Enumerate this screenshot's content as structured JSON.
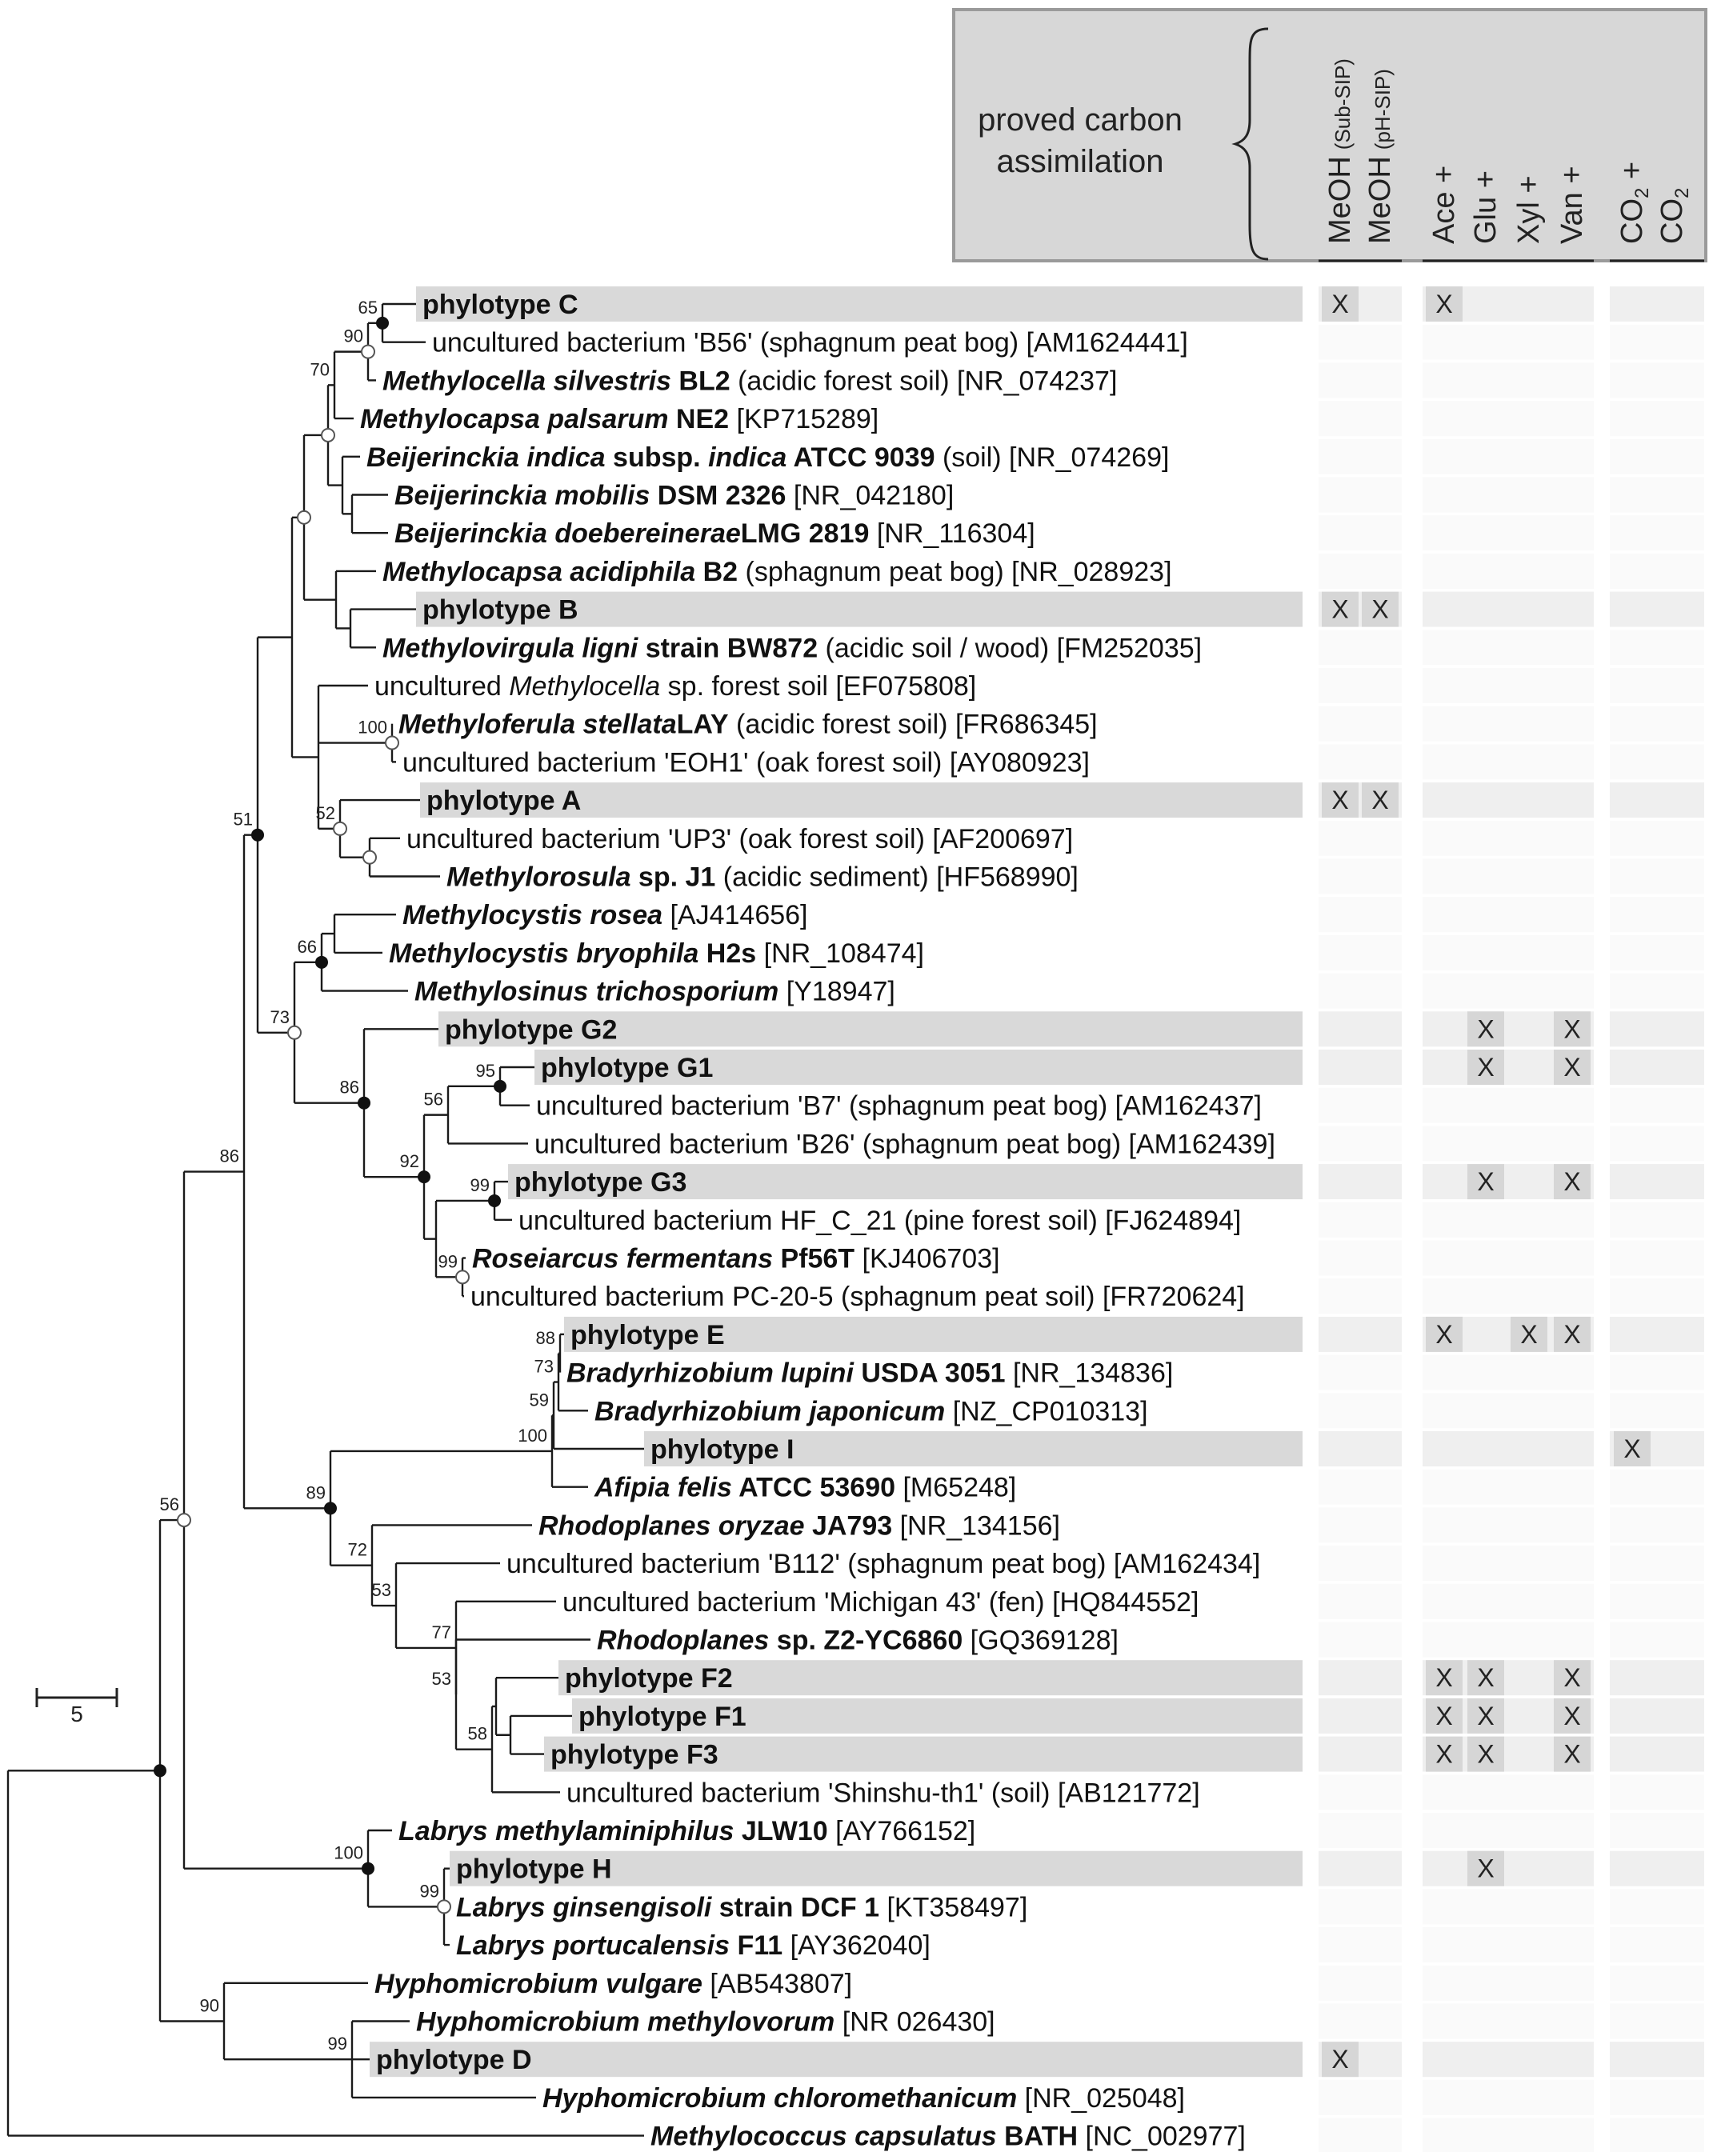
{
  "header": {
    "title_lines": [
      "proved carbon",
      "assimilation"
    ],
    "columns": [
      {
        "main": "MeOH",
        "sub": "(Sub-SIP)"
      },
      {
        "main": "MeOH",
        "sub": "(pH-SIP)"
      },
      {
        "main": "Ace +",
        "sub": ""
      },
      {
        "main": "Glu +",
        "sub": ""
      },
      {
        "main": "Xyl +",
        "sub": ""
      },
      {
        "main": "Van +",
        "sub": ""
      },
      {
        "main": "CO2 +",
        "sub": ""
      },
      {
        "main": "CO2",
        "sub": ""
      }
    ]
  },
  "scale_bar": {
    "label": "5"
  },
  "mark_symbol": "X",
  "taxa": [
    {
      "id": "phyC",
      "highlight": true,
      "segments": [
        {
          "t": "phylotype  C",
          "b": 1
        }
      ],
      "marks": [
        0,
        2
      ]
    },
    {
      "id": "B56",
      "segments": [
        {
          "t": "uncultured bacterium 'B56' (sphagnum peat bog) [AM1624441]"
        }
      ]
    },
    {
      "id": "Msil",
      "segments": [
        {
          "t": "Methylocella silvestris",
          "b": 1,
          "i": 1
        },
        {
          "t": " BL2",
          "b": 1
        },
        {
          "t": " (acidic forest soil) [NR_074237]"
        }
      ]
    },
    {
      "id": "Mpal",
      "segments": [
        {
          "t": "Methylocapsa palsarum",
          "b": 1,
          "i": 1
        },
        {
          "t": " NE2",
          "b": 1
        },
        {
          "t": " [KP715289]"
        }
      ]
    },
    {
      "id": "Bind",
      "segments": [
        {
          "t": "Beijerinckia indica",
          "b": 1,
          "i": 1
        },
        {
          "t": " subsp. ",
          "b": 1
        },
        {
          "t": "indica",
          "b": 1,
          "i": 1
        },
        {
          "t": " ATCC 9039",
          "b": 1
        },
        {
          "t": " (soil) [NR_074269]"
        }
      ]
    },
    {
      "id": "Bmob",
      "segments": [
        {
          "t": "Beijerinckia mobilis",
          "b": 1,
          "i": 1
        },
        {
          "t": " DSM 2326",
          "b": 1
        },
        {
          "t": " [NR_042180]"
        }
      ]
    },
    {
      "id": "Bdoe",
      "segments": [
        {
          "t": "Beijerinckia doebereinerae",
          "b": 1,
          "i": 1
        },
        {
          "t": "LMG 2819",
          "b": 1
        },
        {
          "t": " [NR_116304]"
        }
      ]
    },
    {
      "id": "Macid",
      "segments": [
        {
          "t": "Methylocapsa acidiphila",
          "b": 1,
          "i": 1
        },
        {
          "t": " B2",
          "b": 1
        },
        {
          "t": " (sphagnum peat bog) [NR_028923]"
        }
      ]
    },
    {
      "id": "phyB",
      "highlight": true,
      "segments": [
        {
          "t": "phylotype  B",
          "b": 1
        }
      ],
      "marks": [
        0,
        1
      ]
    },
    {
      "id": "Mlig",
      "segments": [
        {
          "t": "Methylovirgula ligni",
          "b": 1,
          "i": 1
        },
        {
          "t": " strain BW872",
          "b": 1
        },
        {
          "t": " (acidic soil / wood) [FM252035]"
        }
      ]
    },
    {
      "id": "uMeth",
      "segments": [
        {
          "t": "uncultured "
        },
        {
          "t": "Methylocella",
          "i": 1
        },
        {
          "t": " sp. forest soil [EF075808]"
        }
      ]
    },
    {
      "id": "Mste",
      "segments": [
        {
          "t": "Methyloferula stellata",
          "b": 1,
          "i": 1
        },
        {
          "t": "LAY",
          "b": 1
        },
        {
          "t": "  (acidic forest soil) [FR686345]"
        }
      ]
    },
    {
      "id": "EOH1",
      "segments": [
        {
          "t": "uncultured bacterium 'EOH1' (oak forest soil) [AY080923]"
        }
      ]
    },
    {
      "id": "phyA",
      "highlight": true,
      "segments": [
        {
          "t": "phylotype  A",
          "b": 1
        }
      ],
      "marks": [
        0,
        1
      ]
    },
    {
      "id": "UP3",
      "segments": [
        {
          "t": "uncultured bacterium 'UP3' (oak forest soil) [AF200697]"
        }
      ]
    },
    {
      "id": "MrJ1",
      "segments": [
        {
          "t": "Methylorosula",
          "b": 1,
          "i": 1
        },
        {
          "t": " sp. J1",
          "b": 1
        },
        {
          "t": " (acidic sediment) [HF568990]"
        }
      ]
    },
    {
      "id": "Mros",
      "segments": [
        {
          "t": "Methylocystis rosea",
          "b": 1,
          "i": 1
        },
        {
          "t": " [AJ414656]"
        }
      ]
    },
    {
      "id": "Mbry",
      "segments": [
        {
          "t": "Methylocystis bryophila",
          "b": 1,
          "i": 1
        },
        {
          "t": " H2s",
          "b": 1
        },
        {
          "t": " [NR_108474]"
        }
      ]
    },
    {
      "id": "Mtri",
      "segments": [
        {
          "t": "Methylosinus trichosporium",
          "b": 1,
          "i": 1
        },
        {
          "t": " [Y18947]"
        }
      ]
    },
    {
      "id": "phyG2",
      "highlight": true,
      "segments": [
        {
          "t": "phylotype  G2",
          "b": 1
        }
      ],
      "marks": [
        3,
        5
      ]
    },
    {
      "id": "phyG1",
      "highlight": true,
      "segments": [
        {
          "t": "phylotype  G1",
          "b": 1
        }
      ],
      "marks": [
        3,
        5
      ]
    },
    {
      "id": "B7",
      "segments": [
        {
          "t": "uncultured bacterium 'B7' (sphagnum peat bog) [AM162437]"
        }
      ]
    },
    {
      "id": "B26",
      "segments": [
        {
          "t": "uncultured bacterium 'B26' (sphagnum peat bog) [AM162439]"
        }
      ]
    },
    {
      "id": "phyG3",
      "highlight": true,
      "segments": [
        {
          "t": "phylotype  G3",
          "b": 1
        }
      ],
      "marks": [
        3,
        5
      ]
    },
    {
      "id": "HFC21",
      "segments": [
        {
          "t": "uncultured bacterium HF_C_21 (pine forest soil) [FJ624894]"
        }
      ]
    },
    {
      "id": "Rfer",
      "segments": [
        {
          "t": "Roseiarcus fermentans",
          "b": 1,
          "i": 1
        },
        {
          "t": " Pf56T",
          "b": 1
        },
        {
          "t": " [KJ406703]"
        }
      ]
    },
    {
      "id": "PC205",
      "segments": [
        {
          "t": "uncultured bacterium PC-20-5 (sphagnum peat soil) [FR720624]"
        }
      ]
    },
    {
      "id": "phyE",
      "highlight": true,
      "segments": [
        {
          "t": "phylotype  E",
          "b": 1
        }
      ],
      "marks": [
        2,
        4,
        5
      ]
    },
    {
      "id": "Blup",
      "segments": [
        {
          "t": "Bradyrhizobium lupini",
          "b": 1,
          "i": 1
        },
        {
          "t": " USDA 3051",
          "b": 1
        },
        {
          "t": " [NR_134836]"
        }
      ]
    },
    {
      "id": "Bjap",
      "segments": [
        {
          "t": "Bradyrhizobium japonicum",
          "b": 1,
          "i": 1
        },
        {
          "t": " [NZ_CP010313]"
        }
      ]
    },
    {
      "id": "phyI",
      "highlight": true,
      "segments": [
        {
          "t": "phylotype  I",
          "b": 1
        }
      ],
      "marks": [
        6
      ]
    },
    {
      "id": "Afel",
      "segments": [
        {
          "t": "Afipia felis",
          "b": 1,
          "i": 1
        },
        {
          "t": " ATCC 53690",
          "b": 1
        },
        {
          "t": " [M65248]"
        }
      ]
    },
    {
      "id": "Rory",
      "segments": [
        {
          "t": "Rhodoplanes oryzae",
          "b": 1,
          "i": 1
        },
        {
          "t": " JA793",
          "b": 1
        },
        {
          "t": " [NR_134156]"
        }
      ]
    },
    {
      "id": "B112",
      "segments": [
        {
          "t": "uncultured bacterium 'B112' (sphagnum peat bog) [AM162434]"
        }
      ]
    },
    {
      "id": "Mich",
      "segments": [
        {
          "t": "uncultured bacterium 'Michigan 43' (fen) [HQ844552]"
        }
      ]
    },
    {
      "id": "RhZ2",
      "segments": [
        {
          "t": "Rhodoplanes",
          "b": 1,
          "i": 1
        },
        {
          "t": " sp. Z2-YC6860",
          "b": 1
        },
        {
          "t": " [GQ369128]"
        }
      ]
    },
    {
      "id": "phyF2",
      "highlight": true,
      "segments": [
        {
          "t": "phylotype  F2",
          "b": 1
        }
      ],
      "marks": [
        2,
        3,
        5
      ]
    },
    {
      "id": "phyF1",
      "highlight": true,
      "segments": [
        {
          "t": "phylotype  F1",
          "b": 1
        }
      ],
      "marks": [
        2,
        3,
        5
      ]
    },
    {
      "id": "phyF3",
      "highlight": true,
      "segments": [
        {
          "t": "phylotype  F3",
          "b": 1
        }
      ],
      "marks": [
        2,
        3,
        5
      ]
    },
    {
      "id": "Shin",
      "segments": [
        {
          "t": "uncultured bacterium 'Shinshu-th1' (soil) [AB121772]"
        }
      ]
    },
    {
      "id": "Lmet",
      "segments": [
        {
          "t": "Labrys methylaminiphilus",
          "b": 1,
          "i": 1
        },
        {
          "t": " JLW10",
          "b": 1
        },
        {
          "t": " [AY766152]"
        }
      ]
    },
    {
      "id": "phyH",
      "highlight": true,
      "segments": [
        {
          "t": "phylotype  H",
          "b": 1
        }
      ],
      "marks": [
        3
      ]
    },
    {
      "id": "Lgin",
      "segments": [
        {
          "t": "Labrys ginsengisoli",
          "b": 1,
          "i": 1
        },
        {
          "t": " strain DCF 1",
          "b": 1
        },
        {
          "t": " [KT358497]"
        }
      ]
    },
    {
      "id": "Lpor",
      "segments": [
        {
          "t": "Labrys portucalensis",
          "b": 1,
          "i": 1
        },
        {
          "t": " F11",
          "b": 1
        },
        {
          "t": " [AY362040]"
        }
      ]
    },
    {
      "id": "Hvul",
      "segments": [
        {
          "t": "Hyphomicrobium vulgare",
          "b": 1,
          "i": 1
        },
        {
          "t": " [AB543807]"
        }
      ]
    },
    {
      "id": "Hmet",
      "segments": [
        {
          "t": "Hyphomicrobium methylovorum",
          "b": 1,
          "i": 1
        },
        {
          "t": " [NR 026430]"
        }
      ]
    },
    {
      "id": "phyD",
      "highlight": true,
      "segments": [
        {
          "t": "phylotype  D",
          "b": 1
        }
      ],
      "marks": [
        0
      ]
    },
    {
      "id": "Hchl",
      "segments": [
        {
          "t": "Hyphomicrobium chloromethanicum",
          "b": 1,
          "i": 1
        },
        {
          "t": " [NR_025048]"
        }
      ]
    },
    {
      "id": "Mcap",
      "segments": [
        {
          "t": "Methylococcus capsulatus",
          "b": 1,
          "i": 1
        },
        {
          "t": " BATH",
          "b": 1
        },
        {
          "t": " [NC_002977]"
        }
      ]
    }
  ],
  "bootstrap": {
    "n_C_B56": "65",
    "n_Msil": "90",
    "n_u1": "70",
    "n_Mste": "100",
    "n_A": "52",
    "n_struct": "51",
    "n_cyst": "66",
    "n_cystG": "73",
    "n_G": "86",
    "n_G1": "95",
    "n_G1B26": "56",
    "n_GG": "92",
    "n_G3": "99",
    "n_Ros": "99",
    "n_E": "88",
    "n_Blup": "73",
    "n_Bjap": "59",
    "n_I": "100",
    "n_Ak": "86",
    "n_brady": "89",
    "n_Rory": "72",
    "n_B112": "53",
    "n_Mich": "77",
    "n_RhZ2": "53",
    "n_F3": "58",
    "n_Lab": "100",
    "n_Lgin": "99",
    "n_upper": "56",
    "n_Hyph": "90",
    "n_Hmet": "99"
  },
  "node_markers": {
    "filled": [
      "n_C_B56",
      "n_struct",
      "n_cyst",
      "n_G",
      "n_G1",
      "n_GG",
      "n_G3",
      "n_brady",
      "n_Lab",
      "n_root1"
    ],
    "open": [
      "n_Msil",
      "n_u2",
      "n_u4",
      "n_Mste",
      "n_A",
      "n_UP3",
      "n_cystG",
      "n_Ros",
      "n_upper",
      "n_Lgin"
    ]
  }
}
